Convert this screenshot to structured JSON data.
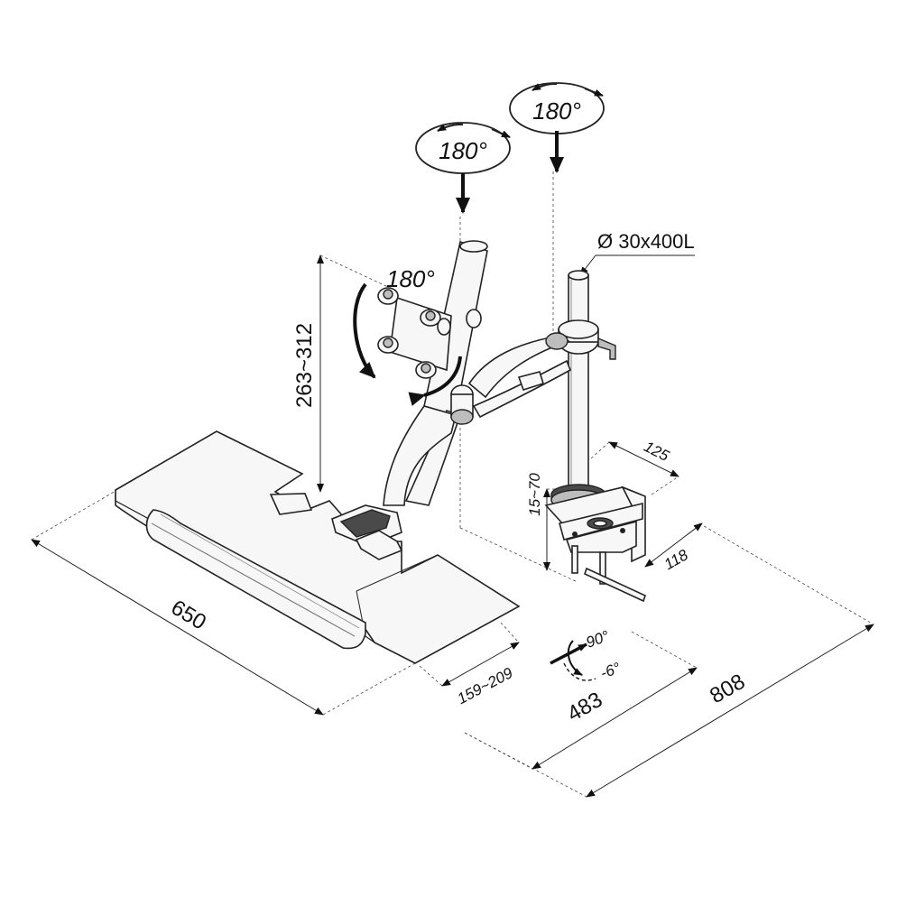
{
  "diagram": {
    "spec_label": "Ø 30x400L",
    "rotations": {
      "top_right": "180°",
      "top_left": "180°",
      "monitor": "180°"
    },
    "dimensions": {
      "height_range": "263~312",
      "tray_width": "650",
      "tray_offset": "159~209",
      "clamp_depth": "125",
      "clamp_range": "15~70",
      "clamp_width": "118",
      "reach_short": "483",
      "reach_long": "808"
    },
    "tilt": {
      "up": "90°",
      "down": "-6°"
    }
  }
}
